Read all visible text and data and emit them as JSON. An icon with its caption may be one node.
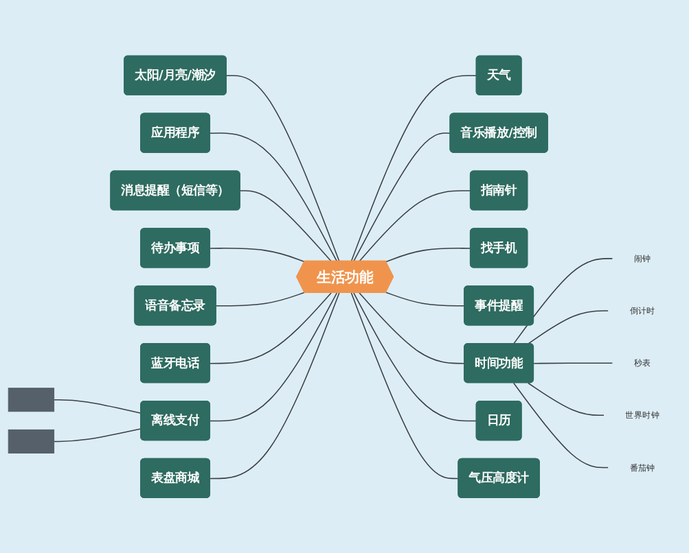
{
  "diagram": {
    "nodes": [
      {
        "text": [
          "生活功能"
        ]
      },
      {
        "text": [
          "太阳/月亮/潮汐"
        ]
      },
      {
        "text": [
          "应用程序"
        ]
      },
      {
        "text": [
          "消息提醒（短信等）"
        ]
      },
      {
        "text": [
          "待办事项"
        ]
      },
      {
        "text": [
          "语音备忘录"
        ]
      },
      {
        "text": [
          "蓝牙电话"
        ]
      },
      {
        "text": [
          "离线支付"
        ]
      },
      {
        "text": [],
        "shape": "bar"
      },
      {
        "text": [],
        "shape": "bar"
      },
      {
        "text": [
          "表盘商城"
        ]
      },
      {
        "text": [
          "天气"
        ]
      },
      {
        "text": [
          "音乐播放/控制"
        ]
      },
      {
        "text": [
          "指南针"
        ]
      },
      {
        "text": [
          "找手机"
        ]
      },
      {
        "text": [
          "事件提醒"
        ]
      },
      {
        "text": [
          "时间功能"
        ]
      },
      {
        "text": [
          "闹钟"
        ]
      },
      {
        "text": [
          "倒计时"
        ]
      },
      {
        "text": [
          "秒表"
        ]
      },
      {
        "text": [
          "世界时钟"
        ]
      },
      {
        "text": [
          "番茄钟"
        ]
      },
      {
        "text": [
          "日历"
        ]
      },
      {
        "text": [
          "气压高度计"
        ]
      }
    ],
    "edges": [
      {
        "from": 1,
        "to": 0,
        "arrow": "none"
      },
      {
        "from": 2,
        "to": 0,
        "arrow": "none"
      },
      {
        "from": 3,
        "to": 0,
        "arrow": "none"
      },
      {
        "from": 4,
        "to": 0,
        "arrow": "none"
      },
      {
        "from": 5,
        "to": 0,
        "arrow": "none"
      },
      {
        "from": 6,
        "to": 0,
        "arrow": "none"
      },
      {
        "from": 7,
        "to": 0,
        "arrow": "none"
      },
      {
        "from": 8,
        "to": 7,
        "arrow": "none"
      },
      {
        "from": 9,
        "to": 7,
        "arrow": "none"
      },
      {
        "from": 10,
        "to": 0,
        "arrow": "none"
      },
      {
        "from": 0,
        "to": 11,
        "arrow": "none"
      },
      {
        "from": 0,
        "to": 12,
        "arrow": "none"
      },
      {
        "from": 0,
        "to": 13,
        "arrow": "none"
      },
      {
        "from": 0,
        "to": 14,
        "arrow": "none"
      },
      {
        "from": 0,
        "to": 15,
        "arrow": "none"
      },
      {
        "from": 0,
        "to": 16,
        "arrow": "none"
      },
      {
        "from": 16,
        "to": 17,
        "arrow": "none"
      },
      {
        "from": 16,
        "to": 18,
        "arrow": "none"
      },
      {
        "from": 16,
        "to": 19,
        "arrow": "none"
      },
      {
        "from": 16,
        "to": 20,
        "arrow": "none"
      },
      {
        "from": 16,
        "to": 21,
        "arrow": "none"
      },
      {
        "from": 0,
        "to": 22,
        "arrow": "none"
      },
      {
        "from": 0,
        "to": 23,
        "arrow": "none"
      }
    ]
  }
}
